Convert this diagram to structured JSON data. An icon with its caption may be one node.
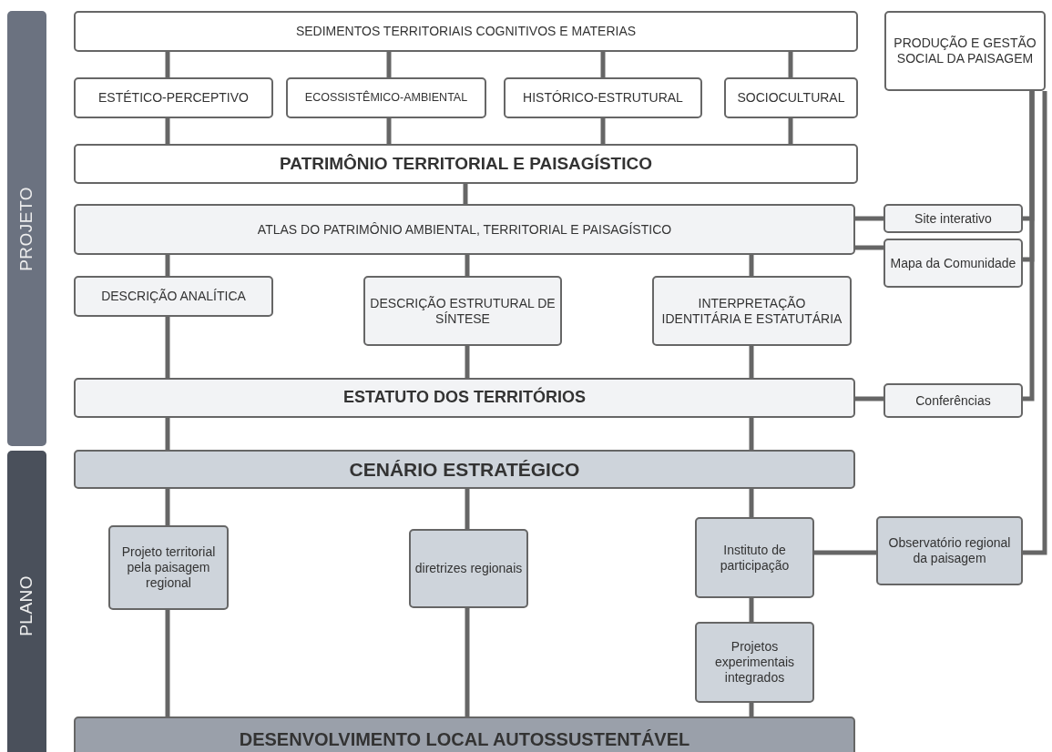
{
  "diagram": {
    "nodes": [
      {
        "text": [
          "PROJETO"
        ]
      },
      {
        "text": [
          "PLANO"
        ]
      },
      {
        "text": [
          "SEDIMENTOS TERRITORIAIS COGNITIVOS E MATERIAS"
        ]
      },
      {
        "text": [
          "ESTÉTICO-PERCEPTIVO"
        ]
      },
      {
        "text": [
          "ECOSSISTÊMICO-AMBIENTAL"
        ]
      },
      {
        "text": [
          "HISTÓRICO-ESTRUTURAL"
        ]
      },
      {
        "text": [
          "SOCIOCULTURAL"
        ]
      },
      {
        "text": [
          "PATRIMÔNIO TERRITORIAL E PAISAGÍSTICO"
        ]
      },
      {
        "text": [
          "PRODUÇÃO E GESTÃO SOCIAL DA PAISAGEM"
        ]
      },
      {
        "text": [
          "ATLAS DO PATRIMÔNIO AMBIENTAL, TERRITORIAL E PAISAGÍSTICO"
        ]
      },
      {
        "text": [
          "Site interativo"
        ]
      },
      {
        "text": [
          "Mapa da Comunidade"
        ]
      },
      {
        "text": [
          "DESCRIÇÃO ANALÍTICA"
        ]
      },
      {
        "text": [
          "DESCRIÇÃO ESTRUTURAL DE SÍNTESE"
        ]
      },
      {
        "text": [
          "INTERPRETAÇÃO IDENTITÁRIA E ESTATUTÁRIA"
        ]
      },
      {
        "text": [
          "ESTATUTO DOS TERRITÓRIOS"
        ]
      },
      {
        "text": [
          "Conferências"
        ]
      },
      {
        "text": [
          "CENÁRIO ESTRATÉGICO"
        ]
      },
      {
        "text": [
          "Projeto territorial pela paisagem regional"
        ]
      },
      {
        "text": [
          "diretrizes regionais"
        ]
      },
      {
        "text": [
          "Instituto de participação"
        ]
      },
      {
        "text": [
          "Observatório regional da paisagem"
        ]
      },
      {
        "text": [
          "Projetos experimentais integrados"
        ]
      },
      {
        "text": [
          "DESENVOLVIMENTO LOCAL AUTOSSUSTENTÁVEL"
        ]
      }
    ],
    "edges": [
      {
        "from": 2,
        "to": 3,
        "arrow": "none"
      },
      {
        "from": 2,
        "to": 4,
        "arrow": "none"
      },
      {
        "from": 2,
        "to": 5,
        "arrow": "none"
      },
      {
        "from": 2,
        "to": 6,
        "arrow": "none"
      },
      {
        "from": 3,
        "to": 7,
        "arrow": "none"
      },
      {
        "from": 4,
        "to": 7,
        "arrow": "none"
      },
      {
        "from": 5,
        "to": 7,
        "arrow": "none"
      },
      {
        "from": 6,
        "to": 7,
        "arrow": "none"
      },
      {
        "from": 7,
        "to": 9,
        "arrow": "none"
      },
      {
        "from": 9,
        "to": 10,
        "arrow": "none"
      },
      {
        "from": 9,
        "to": 11,
        "arrow": "none"
      },
      {
        "from": 9,
        "to": 12,
        "arrow": "none"
      },
      {
        "from": 9,
        "to": 13,
        "arrow": "none"
      },
      {
        "from": 9,
        "to": 14,
        "arrow": "none"
      },
      {
        "from": 8,
        "to": 10,
        "arrow": "none"
      },
      {
        "from": 8,
        "to": 11,
        "arrow": "none"
      },
      {
        "from": 12,
        "to": 15,
        "arrow": "none"
      },
      {
        "from": 13,
        "to": 15,
        "arrow": "none"
      },
      {
        "from": 14,
        "to": 15,
        "arrow": "none"
      },
      {
        "from": 15,
        "to": 16,
        "arrow": "none"
      },
      {
        "from": 8,
        "to": 16,
        "arrow": "none"
      },
      {
        "from": 15,
        "to": 17,
        "arrow": "none"
      },
      {
        "from": 15,
        "to": 17,
        "arrow": "none"
      },
      {
        "from": 17,
        "to": 18,
        "arrow": "none"
      },
      {
        "from": 17,
        "to": 19,
        "arrow": "none"
      },
      {
        "from": 17,
        "to": 20,
        "arrow": "none"
      },
      {
        "from": 20,
        "to": 21,
        "arrow": "none"
      },
      {
        "from": 8,
        "to": 21,
        "arrow": "none"
      },
      {
        "from": 18,
        "to": 23,
        "arrow": "none"
      },
      {
        "from": 19,
        "to": 23,
        "arrow": "none"
      },
      {
        "from": 20,
        "to": 22,
        "arrow": "none"
      },
      {
        "from": 22,
        "to": 23,
        "arrow": "none"
      }
    ]
  }
}
